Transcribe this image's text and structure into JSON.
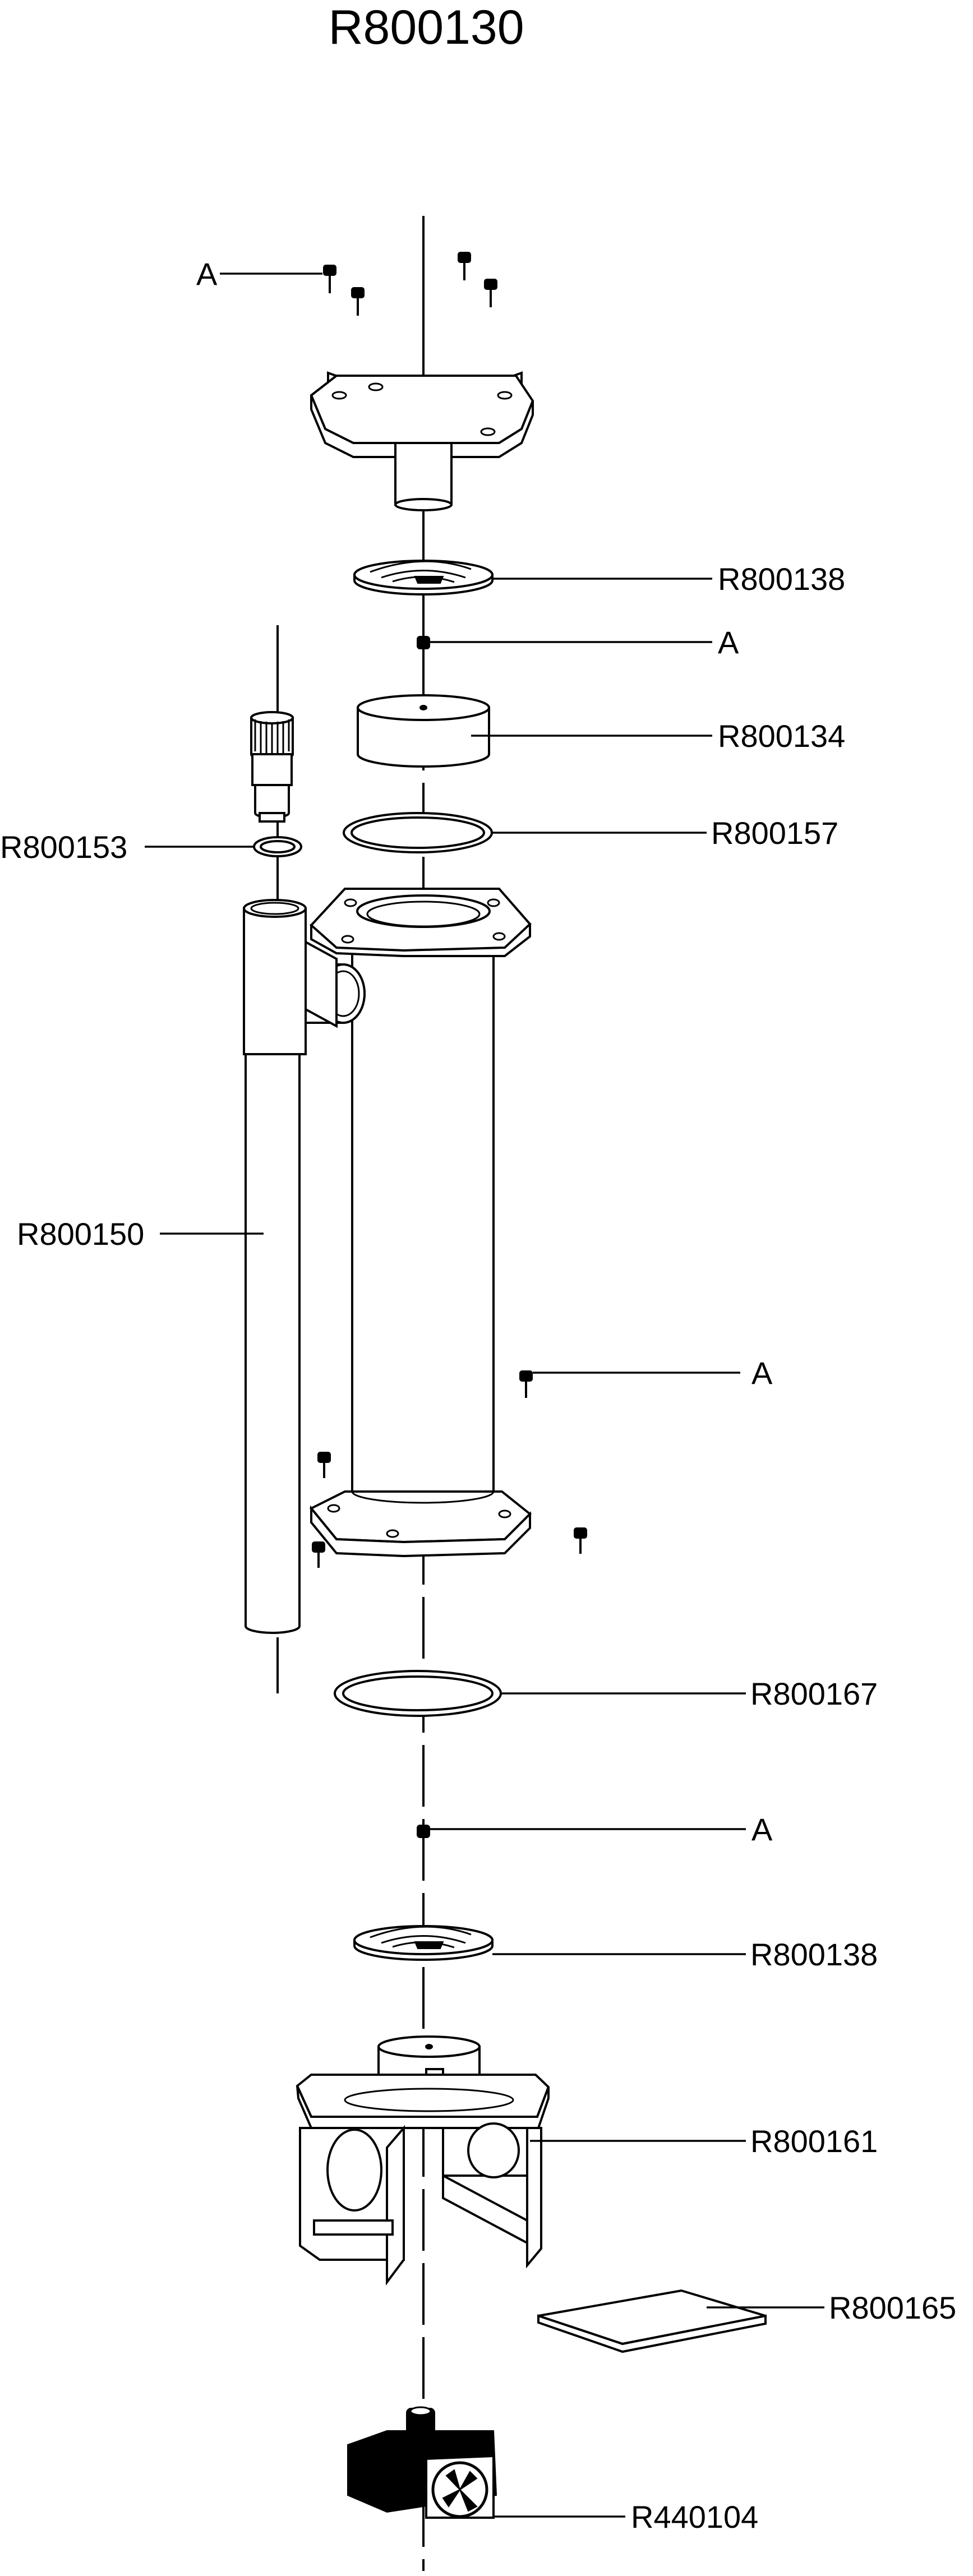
{
  "title": "R800130",
  "callouts": {
    "screw_top": "A",
    "lid_disc": "R800138",
    "screw_upper": "A",
    "cap": "R800134",
    "oring_upper": "R800157",
    "nozzle_oring": "R800153",
    "tube": "R800150",
    "screw_side": "A",
    "oring_lower": "R800167",
    "screw_lower": "A",
    "lower_disc": "R800138",
    "base": "R800161",
    "plate": "R800165",
    "pump": "R440104"
  },
  "colors": {
    "line": "#000000",
    "background": "#ffffff"
  }
}
